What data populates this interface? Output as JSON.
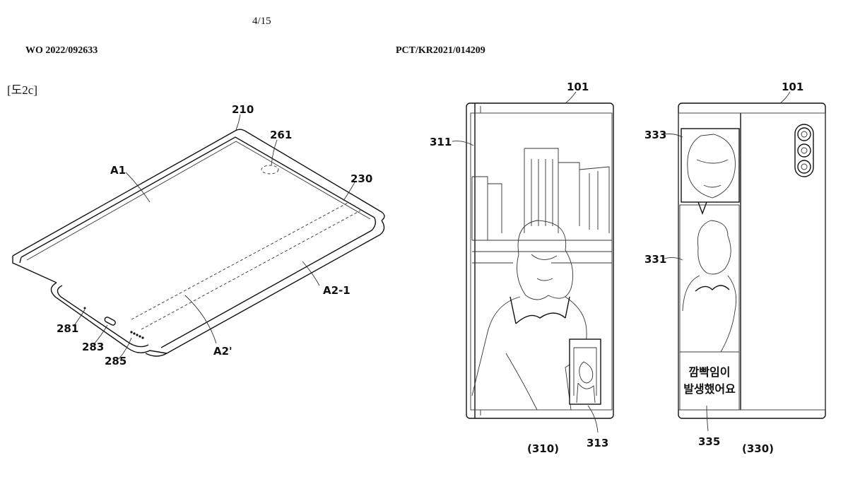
{
  "header": {
    "page_number": "4/15",
    "publication_left": "WO 2022/092633",
    "publication_right": "PCT/KR2021/014209",
    "figure_label": "[도2c]"
  },
  "labels": {
    "r210": "210",
    "r261": "261",
    "a1": "A1",
    "r230": "230",
    "a2_1": "A2-1",
    "r281": "281",
    "r283": "283",
    "r285": "285",
    "a2p": "A2'",
    "r101_left": "101",
    "r311": "311",
    "r313": "313",
    "cap_310": "(310)",
    "r101_right": "101",
    "r333": "333",
    "r331": "331",
    "r335": "335",
    "cap_330": "(330)"
  },
  "screen_text": {
    "line1": "깜빡임이",
    "line2": "발생했어요"
  }
}
